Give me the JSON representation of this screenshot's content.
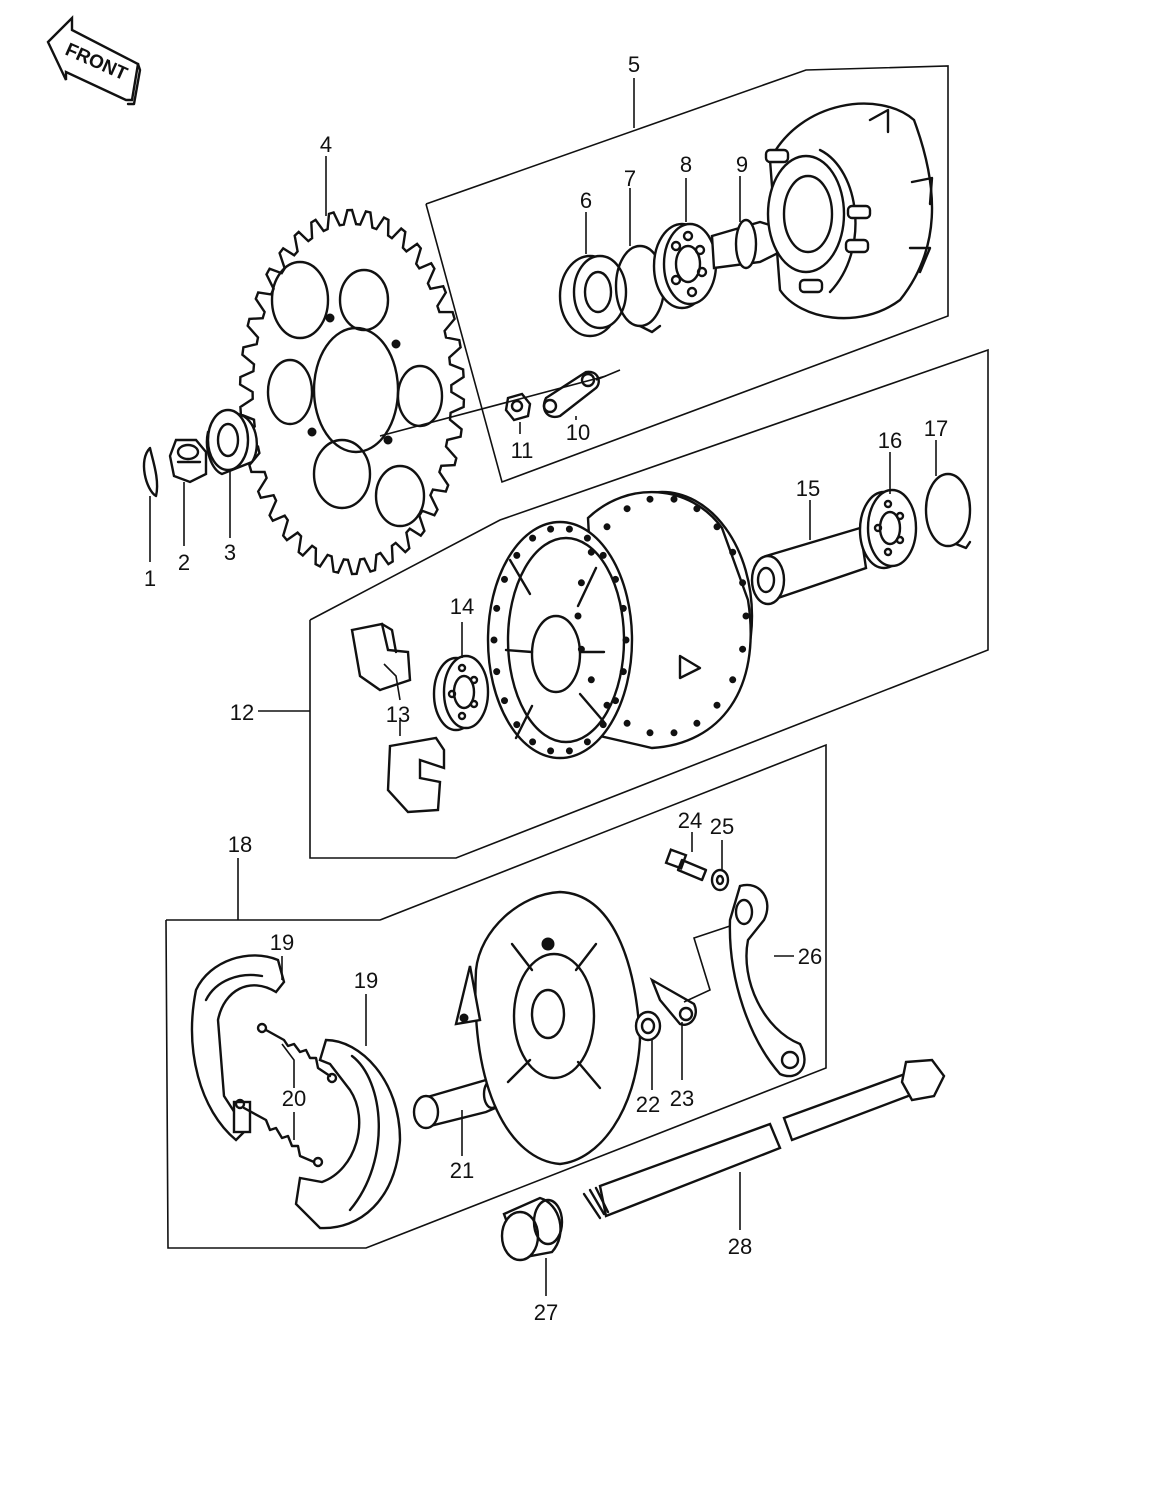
{
  "front_label": "FRONT",
  "callouts": [
    "1",
    "2",
    "3",
    "4",
    "5",
    "6",
    "7",
    "8",
    "9",
    "10",
    "11",
    "12",
    "13",
    "14",
    "15",
    "16",
    "17",
    "18",
    "19",
    "19",
    "20",
    "21",
    "22",
    "23",
    "24",
    "25",
    "26",
    "27",
    "28"
  ]
}
